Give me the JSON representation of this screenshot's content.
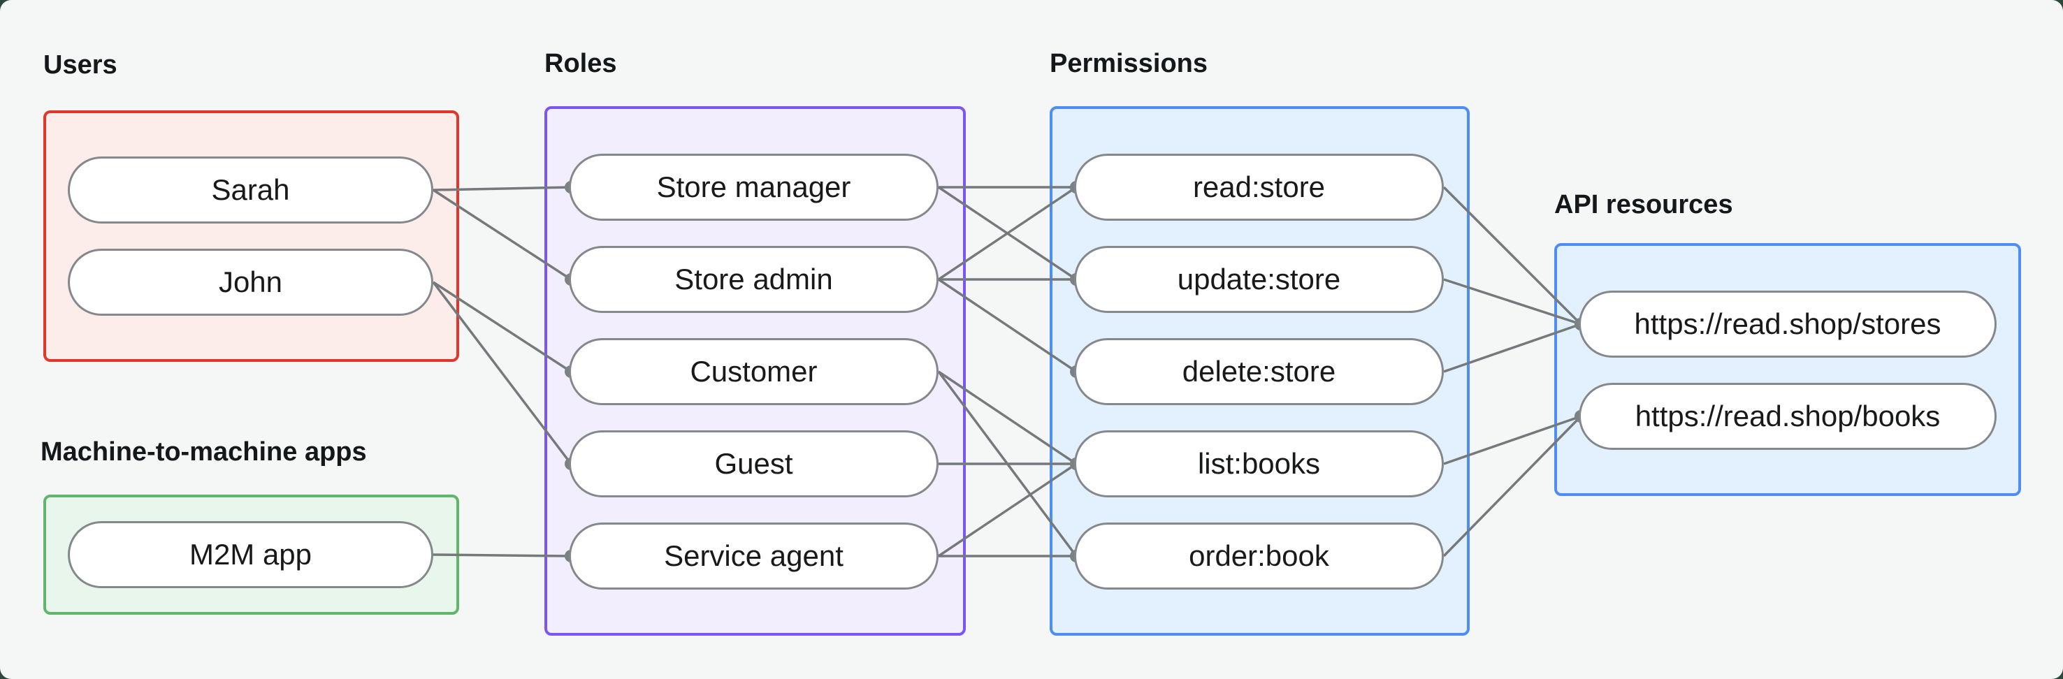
{
  "diagram": {
    "colors": {
      "canvas_background": "#f5f7f6",
      "outer_background": "#2c4a3b",
      "edge": "#75797c",
      "edge_dot": "#7c8184",
      "node_fill": "#ffffff",
      "node_border": "#84888b",
      "text": "#17191a"
    },
    "groups": [
      {
        "id": "users",
        "label": "Users",
        "border_color": "#e0362c",
        "fill_color": "#fcecea"
      },
      {
        "id": "m2m",
        "label": "Machine-to-machine apps",
        "border_color": "#62b56c",
        "fill_color": "#e9f6ec"
      },
      {
        "id": "roles",
        "label": "Roles",
        "border_color": "#7a57f5",
        "fill_color": "#f3eefd"
      },
      {
        "id": "permissions",
        "label": "Permissions",
        "border_color": "#4e8df6",
        "fill_color": "#e3f0fd"
      },
      {
        "id": "api",
        "label": "API resources",
        "border_color": "#4e8df6",
        "fill_color": "#e3f0fd"
      }
    ],
    "nodes": [
      {
        "id": "sarah",
        "group": "users",
        "label": "Sarah"
      },
      {
        "id": "john",
        "group": "users",
        "label": "John"
      },
      {
        "id": "m2m_app",
        "group": "m2m",
        "label": "M2M app"
      },
      {
        "id": "store_manager",
        "group": "roles",
        "label": "Store manager"
      },
      {
        "id": "store_admin",
        "group": "roles",
        "label": "Store admin"
      },
      {
        "id": "customer",
        "group": "roles",
        "label": "Customer"
      },
      {
        "id": "guest",
        "group": "roles",
        "label": "Guest"
      },
      {
        "id": "service_agent",
        "group": "roles",
        "label": "Service agent"
      },
      {
        "id": "read_store",
        "group": "permissions",
        "label": "read:store"
      },
      {
        "id": "update_store",
        "group": "permissions",
        "label": "update:store"
      },
      {
        "id": "delete_store",
        "group": "permissions",
        "label": "delete:store"
      },
      {
        "id": "list_books",
        "group": "permissions",
        "label": "list:books"
      },
      {
        "id": "order_book",
        "group": "permissions",
        "label": "order:book"
      },
      {
        "id": "stores_api",
        "group": "api",
        "label": "https://read.shop/stores"
      },
      {
        "id": "books_api",
        "group": "api",
        "label": "https://read.shop/books"
      }
    ],
    "edges": [
      {
        "from": "sarah",
        "to": "store_manager"
      },
      {
        "from": "sarah",
        "to": "store_admin"
      },
      {
        "from": "john",
        "to": "customer"
      },
      {
        "from": "john",
        "to": "guest"
      },
      {
        "from": "m2m_app",
        "to": "service_agent"
      },
      {
        "from": "store_manager",
        "to": "read_store"
      },
      {
        "from": "store_manager",
        "to": "update_store"
      },
      {
        "from": "store_admin",
        "to": "read_store"
      },
      {
        "from": "store_admin",
        "to": "update_store"
      },
      {
        "from": "store_admin",
        "to": "delete_store"
      },
      {
        "from": "customer",
        "to": "list_books"
      },
      {
        "from": "customer",
        "to": "order_book"
      },
      {
        "from": "guest",
        "to": "list_books"
      },
      {
        "from": "service_agent",
        "to": "list_books"
      },
      {
        "from": "service_agent",
        "to": "order_book"
      },
      {
        "from": "read_store",
        "to": "stores_api"
      },
      {
        "from": "update_store",
        "to": "stores_api"
      },
      {
        "from": "delete_store",
        "to": "stores_api"
      },
      {
        "from": "list_books",
        "to": "books_api"
      },
      {
        "from": "order_book",
        "to": "books_api"
      }
    ]
  }
}
